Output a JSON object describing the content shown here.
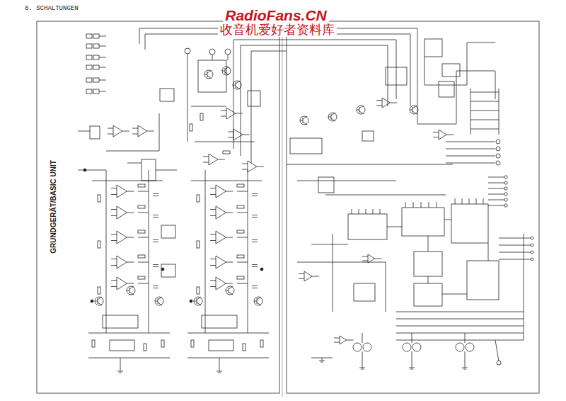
{
  "diagram": {
    "title": "8. SCHALTUNGEN",
    "labels": [
      "GRUNDGERÄT/BASIC UNIT",
      "RadioFans.CN",
      "收音机爱好者资料库"
    ]
  }
}
